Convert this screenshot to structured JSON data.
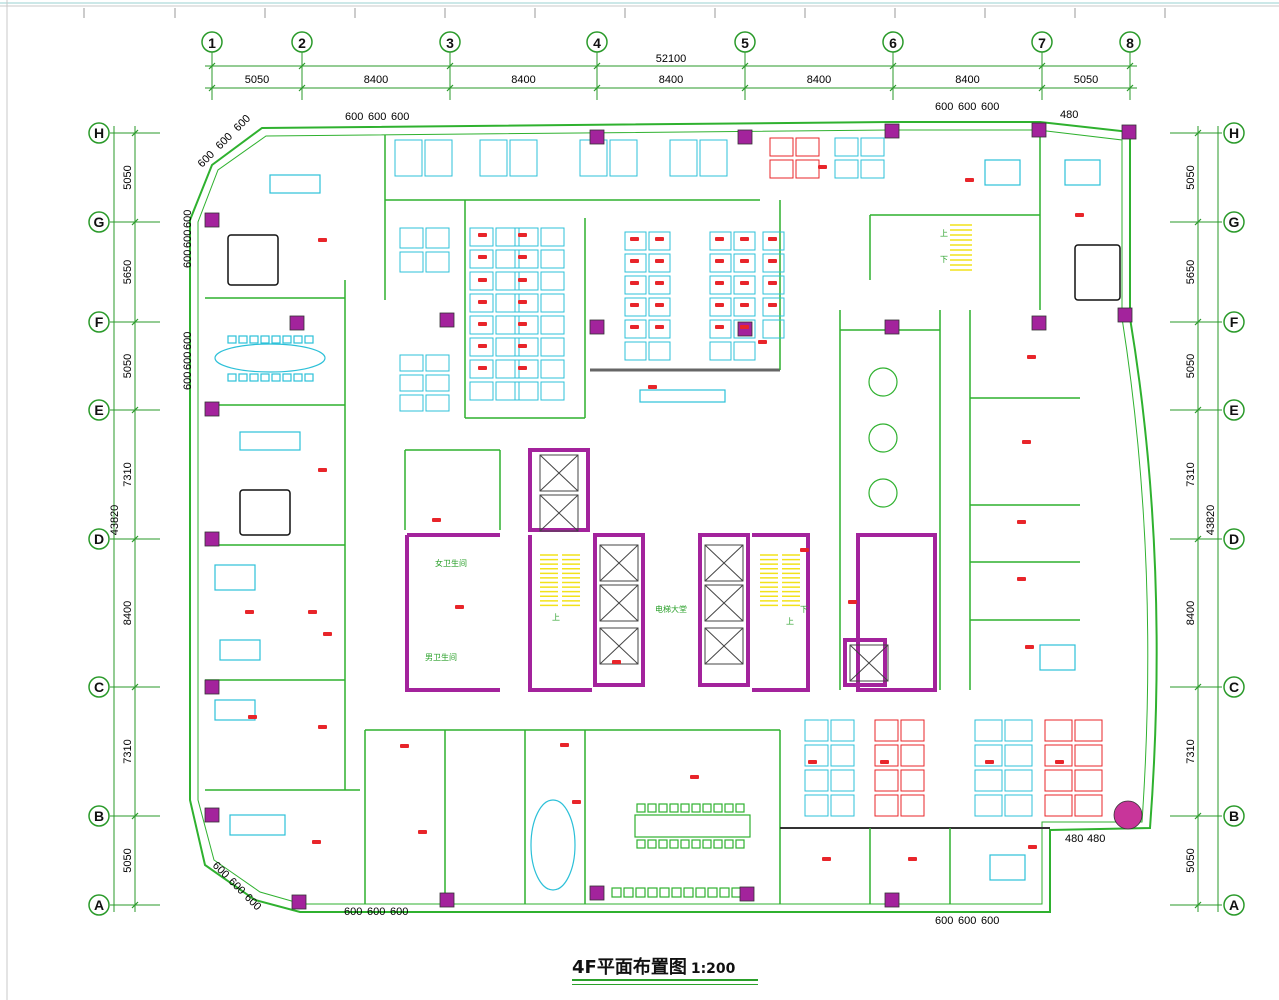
{
  "title": "4F平面布置图",
  "scale": "1:200",
  "colors": {
    "wall": "#2fb12f",
    "furniture": "#2cc0d8",
    "core": "#a3239c",
    "column": "#a3239c",
    "stair": "#f2e21a",
    "label": "#b0208a",
    "desk_red": "#e8252a",
    "dim": "#2a9a2a"
  },
  "column_axes": [
    "1",
    "2",
    "3",
    "4",
    "5",
    "6",
    "7",
    "8"
  ],
  "row_axes": [
    "H",
    "G",
    "F",
    "E",
    "D",
    "C",
    "B",
    "A"
  ],
  "top_total_dim": "52100",
  "top_dims": [
    "5050",
    "8400",
    "8400",
    "8400",
    "8400",
    "8400",
    "5050"
  ],
  "left_dims": [
    "5050",
    "5650",
    "5050",
    "7310",
    "8400",
    "7310",
    "5050"
  ],
  "right_dims": [
    "5050",
    "5650",
    "5050",
    "7310",
    "8400",
    "7310",
    "5050"
  ],
  "side_total_dim": "43820",
  "window_dims": [
    "600",
    "600",
    "600"
  ],
  "corner_dims": [
    "480",
    "480"
  ],
  "stair_up": "上",
  "stair_down": "下",
  "room_labels": {
    "women_wc": "女卫生间",
    "men_wc": "男卫生间",
    "elevator_hall": "电梯大堂"
  }
}
